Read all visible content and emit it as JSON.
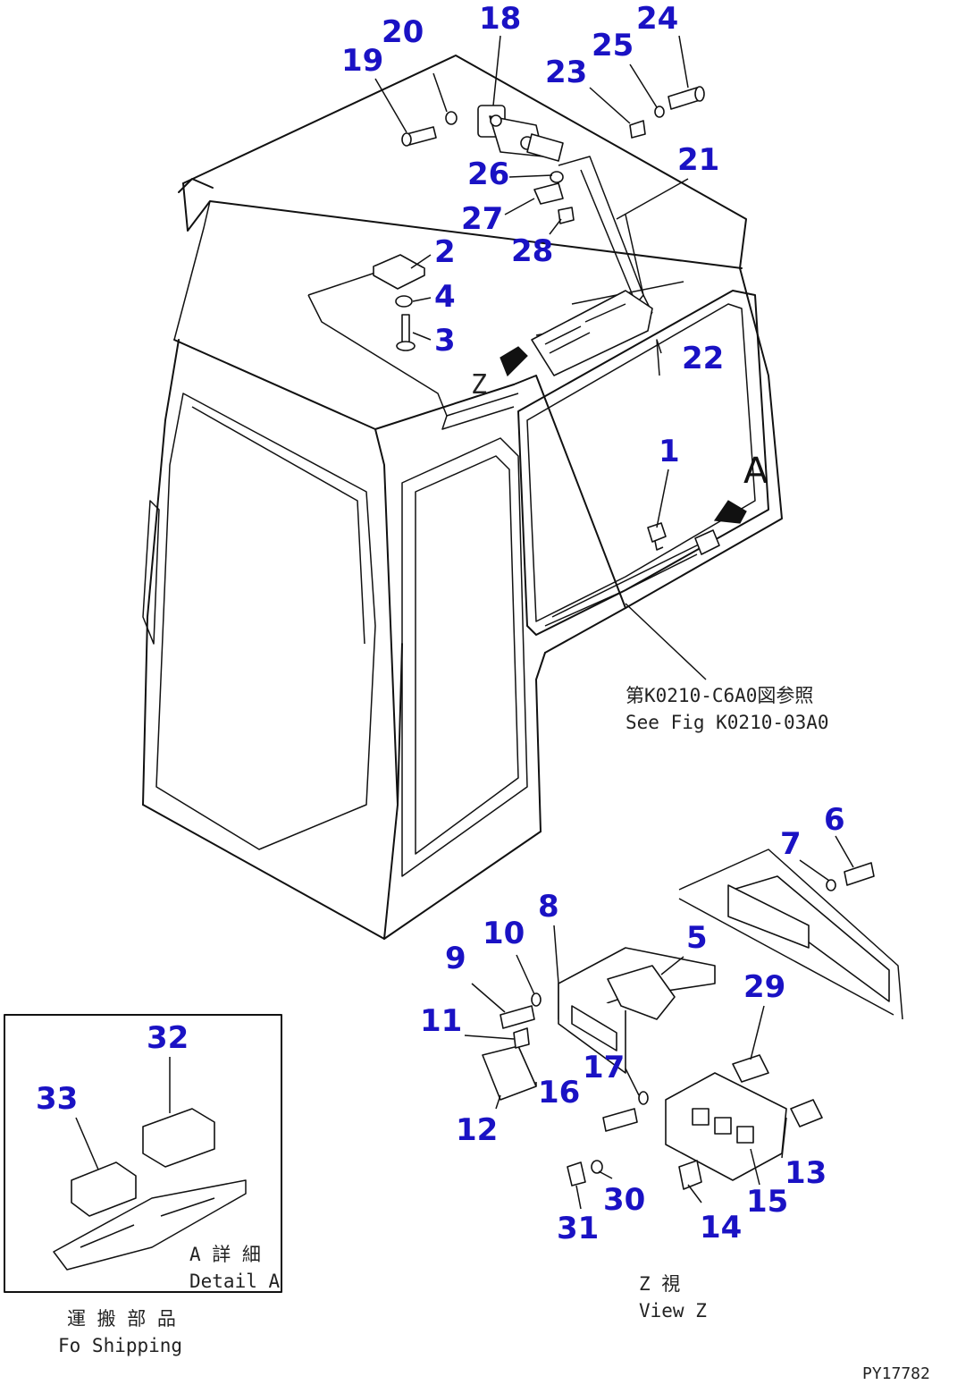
{
  "callouts": [
    "1",
    "2",
    "3",
    "4",
    "5",
    "6",
    "7",
    "8",
    "9",
    "10",
    "11",
    "12",
    "13",
    "14",
    "15",
    "16",
    "17",
    "18",
    "19",
    "20",
    "21",
    "22",
    "23",
    "24",
    "25",
    "26",
    "27",
    "28",
    "29",
    "30",
    "31",
    "32",
    "33"
  ],
  "labels": {
    "ref_jp": "第K0210-C6A0図参照",
    "ref_en": "See Fig K0210-03A0",
    "detail_jp": "A 詳 細",
    "detail_en": "Detail A",
    "view_jp": "Z  視",
    "view_en": "View Z",
    "shipping_jp": "運 搬 部 品",
    "shipping_en": "Fo  Shipping",
    "view_marker_a": "A",
    "view_marker_z": "Z",
    "drawing_id": "PY17782"
  }
}
